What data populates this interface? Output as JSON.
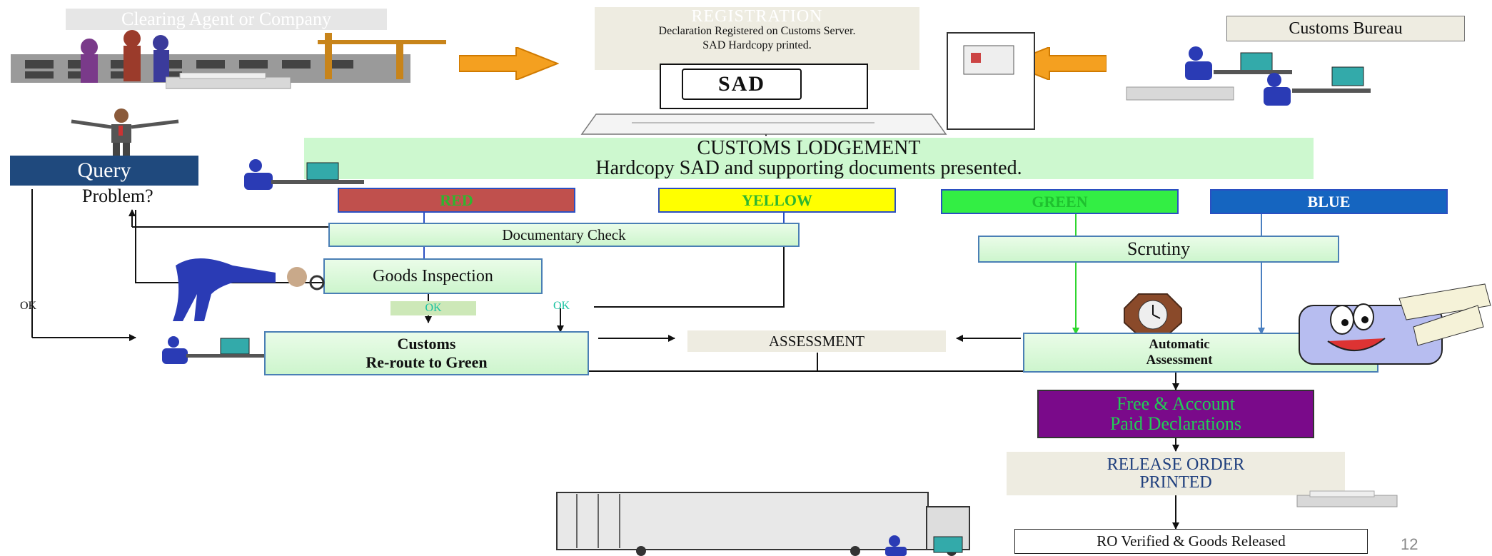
{
  "clearing_agent": "Clearing Agent or Company",
  "registration": {
    "title": "REGISTRATION",
    "text": "Declaration Registered on Customs Server. SAD Hardcopy printed."
  },
  "sad_label": "SAD",
  "customs_bureau": "Customs Bureau",
  "lodgement": {
    "title": "CUSTOMS  LODGEMENT",
    "subtitle": "Hardcopy SAD and supporting documents presented."
  },
  "query": "Query",
  "problem": "Problem?",
  "lanes": {
    "red": "RED",
    "yellow": "YELLOW",
    "green": "GREEN",
    "blue": "BLUE"
  },
  "documentary_check": "Documentary Check",
  "scrutiny": "Scrutiny",
  "goods_inspection": "Goods Inspection",
  "ok_labels": [
    "OK",
    "OK",
    "OK"
  ],
  "reroute": {
    "line1": "Customs",
    "line2": "Re-route to Green"
  },
  "assessment": "ASSESSMENT",
  "automatic_assessment": {
    "line1": "Automatic",
    "line2": "Assessment"
  },
  "free_paid": {
    "line1": "Free & Account",
    "line2": "Paid Declarations"
  },
  "release_order": {
    "line1": "RELEASE ORDER",
    "line2": "PRINTED"
  },
  "ro_verified": "RO Verified  & Goods Released",
  "page_number": "12",
  "colors": {
    "red": "#c0504d",
    "yellow": "#ffff00",
    "green": "#33ee44",
    "blue": "#1565c0",
    "purple": "#7a0a8a",
    "navy": "#1f497d",
    "orange": "#f4a020"
  }
}
